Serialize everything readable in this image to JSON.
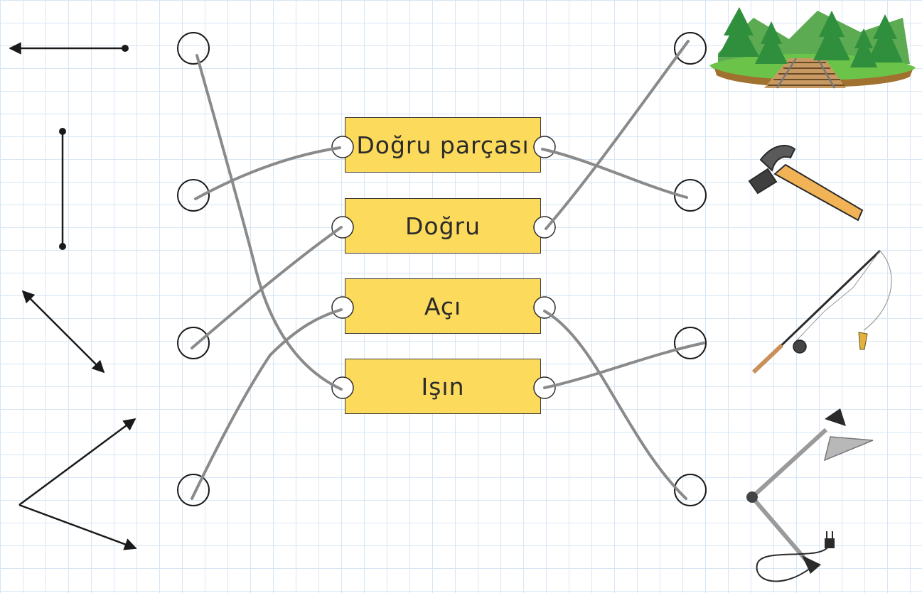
{
  "labels": {
    "segment": "Doğru parçası",
    "line": "Doğru",
    "angle": "Açı",
    "ray": "Işın"
  },
  "left_figures": [
    "ray-icon",
    "segment-icon",
    "line-icon",
    "angle-icon"
  ],
  "right_pictures": [
    "railway-track-icon",
    "hammer-icon",
    "fishing-rod-icon",
    "desk-lamp-icon"
  ],
  "colors": {
    "box_fill": "#fbda5c",
    "connector": "#8a8a8a",
    "grid": "#d6e6f5"
  }
}
